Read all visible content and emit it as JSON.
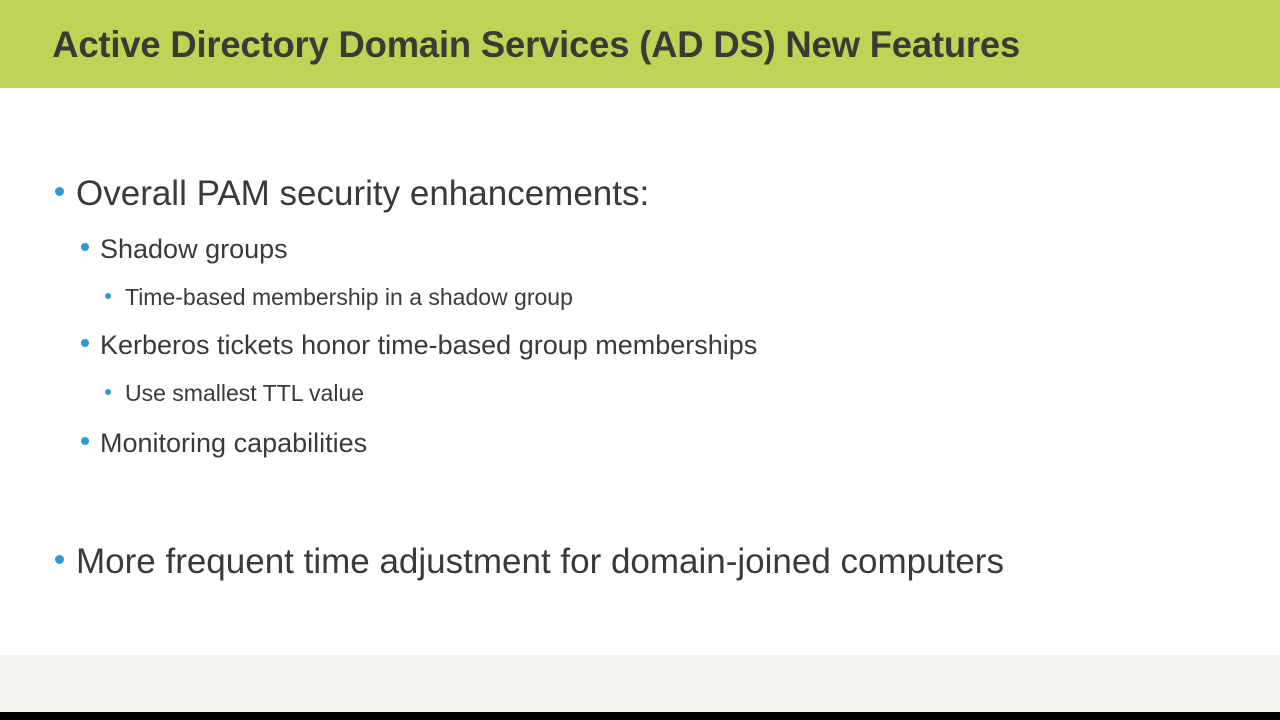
{
  "slide": {
    "title": "Active Directory Domain Services (AD DS) New Features",
    "banner_color": "#bed456",
    "title_color": "#3b3b35",
    "bullet_color": "#2e9bd0",
    "body_text_color": "#3a3a3a",
    "background_color": "#ffffff",
    "footer_color": "#f4f4ef",
    "bottom_bar_color": "#000000"
  },
  "content": {
    "bullets": [
      {
        "level": 1,
        "text": "Overall PAM security enhancements:"
      },
      {
        "level": 2,
        "text": "Shadow groups"
      },
      {
        "level": 3,
        "text": "Time-based membership in a shadow group"
      },
      {
        "level": 2,
        "text": "Kerberos tickets honor time-based group memberships"
      },
      {
        "level": 3,
        "text": "Use smallest TTL value"
      },
      {
        "level": 2,
        "text": "Monitoring capabilities"
      },
      {
        "level": 1,
        "text": "More frequent time adjustment for domain-joined computers"
      }
    ]
  }
}
